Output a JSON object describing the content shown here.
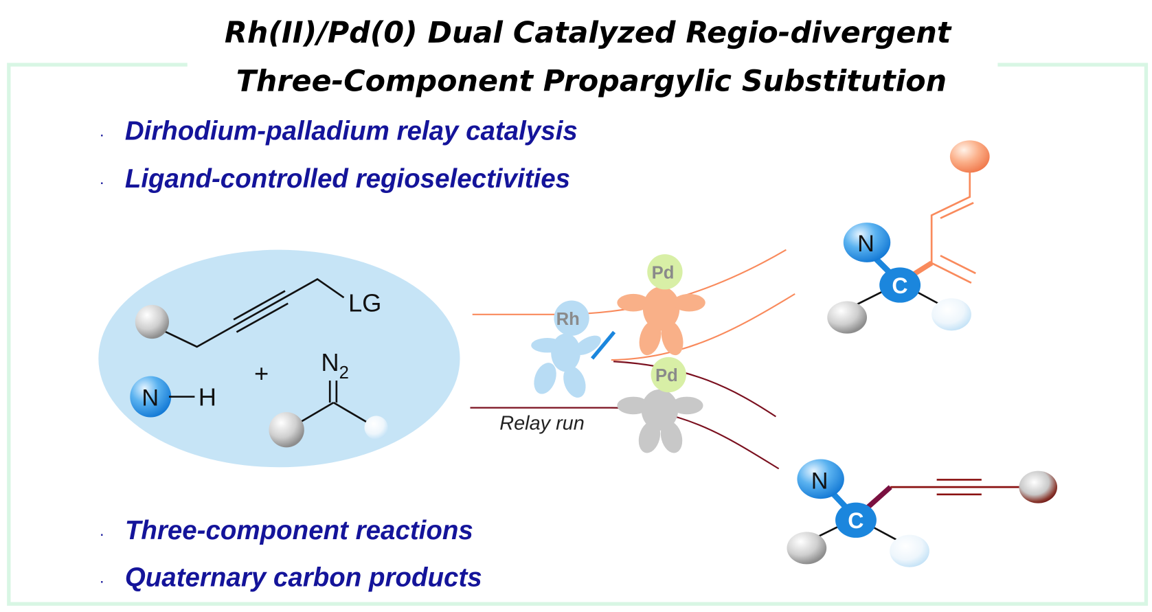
{
  "title": {
    "line1": "Rh(II)/Pd(0) Dual Catalyzed Regio-divergent",
    "line2": "Three-Component Propargylic Substitution"
  },
  "bullets_top": [
    "Dirhodium-palladium relay catalysis",
    "Ligand-controlled regioselectivities"
  ],
  "bullets_bottom": [
    "Three-component reactions",
    "Quaternary carbon products"
  ],
  "bullet_marker": "·",
  "reactants": {
    "leaving_group": "LG",
    "amine_N": "N",
    "amine_H": "H",
    "plus": "+",
    "diazo_N": "N",
    "diazo_sub": "2"
  },
  "catalysts": {
    "rh": "Rh",
    "pd_top": "Pd",
    "pd_bottom": "Pd"
  },
  "relay_label": "Relay run",
  "products": {
    "diene": {
      "N": "N",
      "C": "C"
    },
    "alkyne": {
      "N": "N",
      "C": "C"
    }
  },
  "colors": {
    "frame": "#d8f6e4",
    "ellipse": "#c6e4f6",
    "atom_blue": "#1b86dd",
    "orange": "#f98a5c",
    "maroon": "#7a0f1e",
    "bullet_text": "#14149a"
  }
}
